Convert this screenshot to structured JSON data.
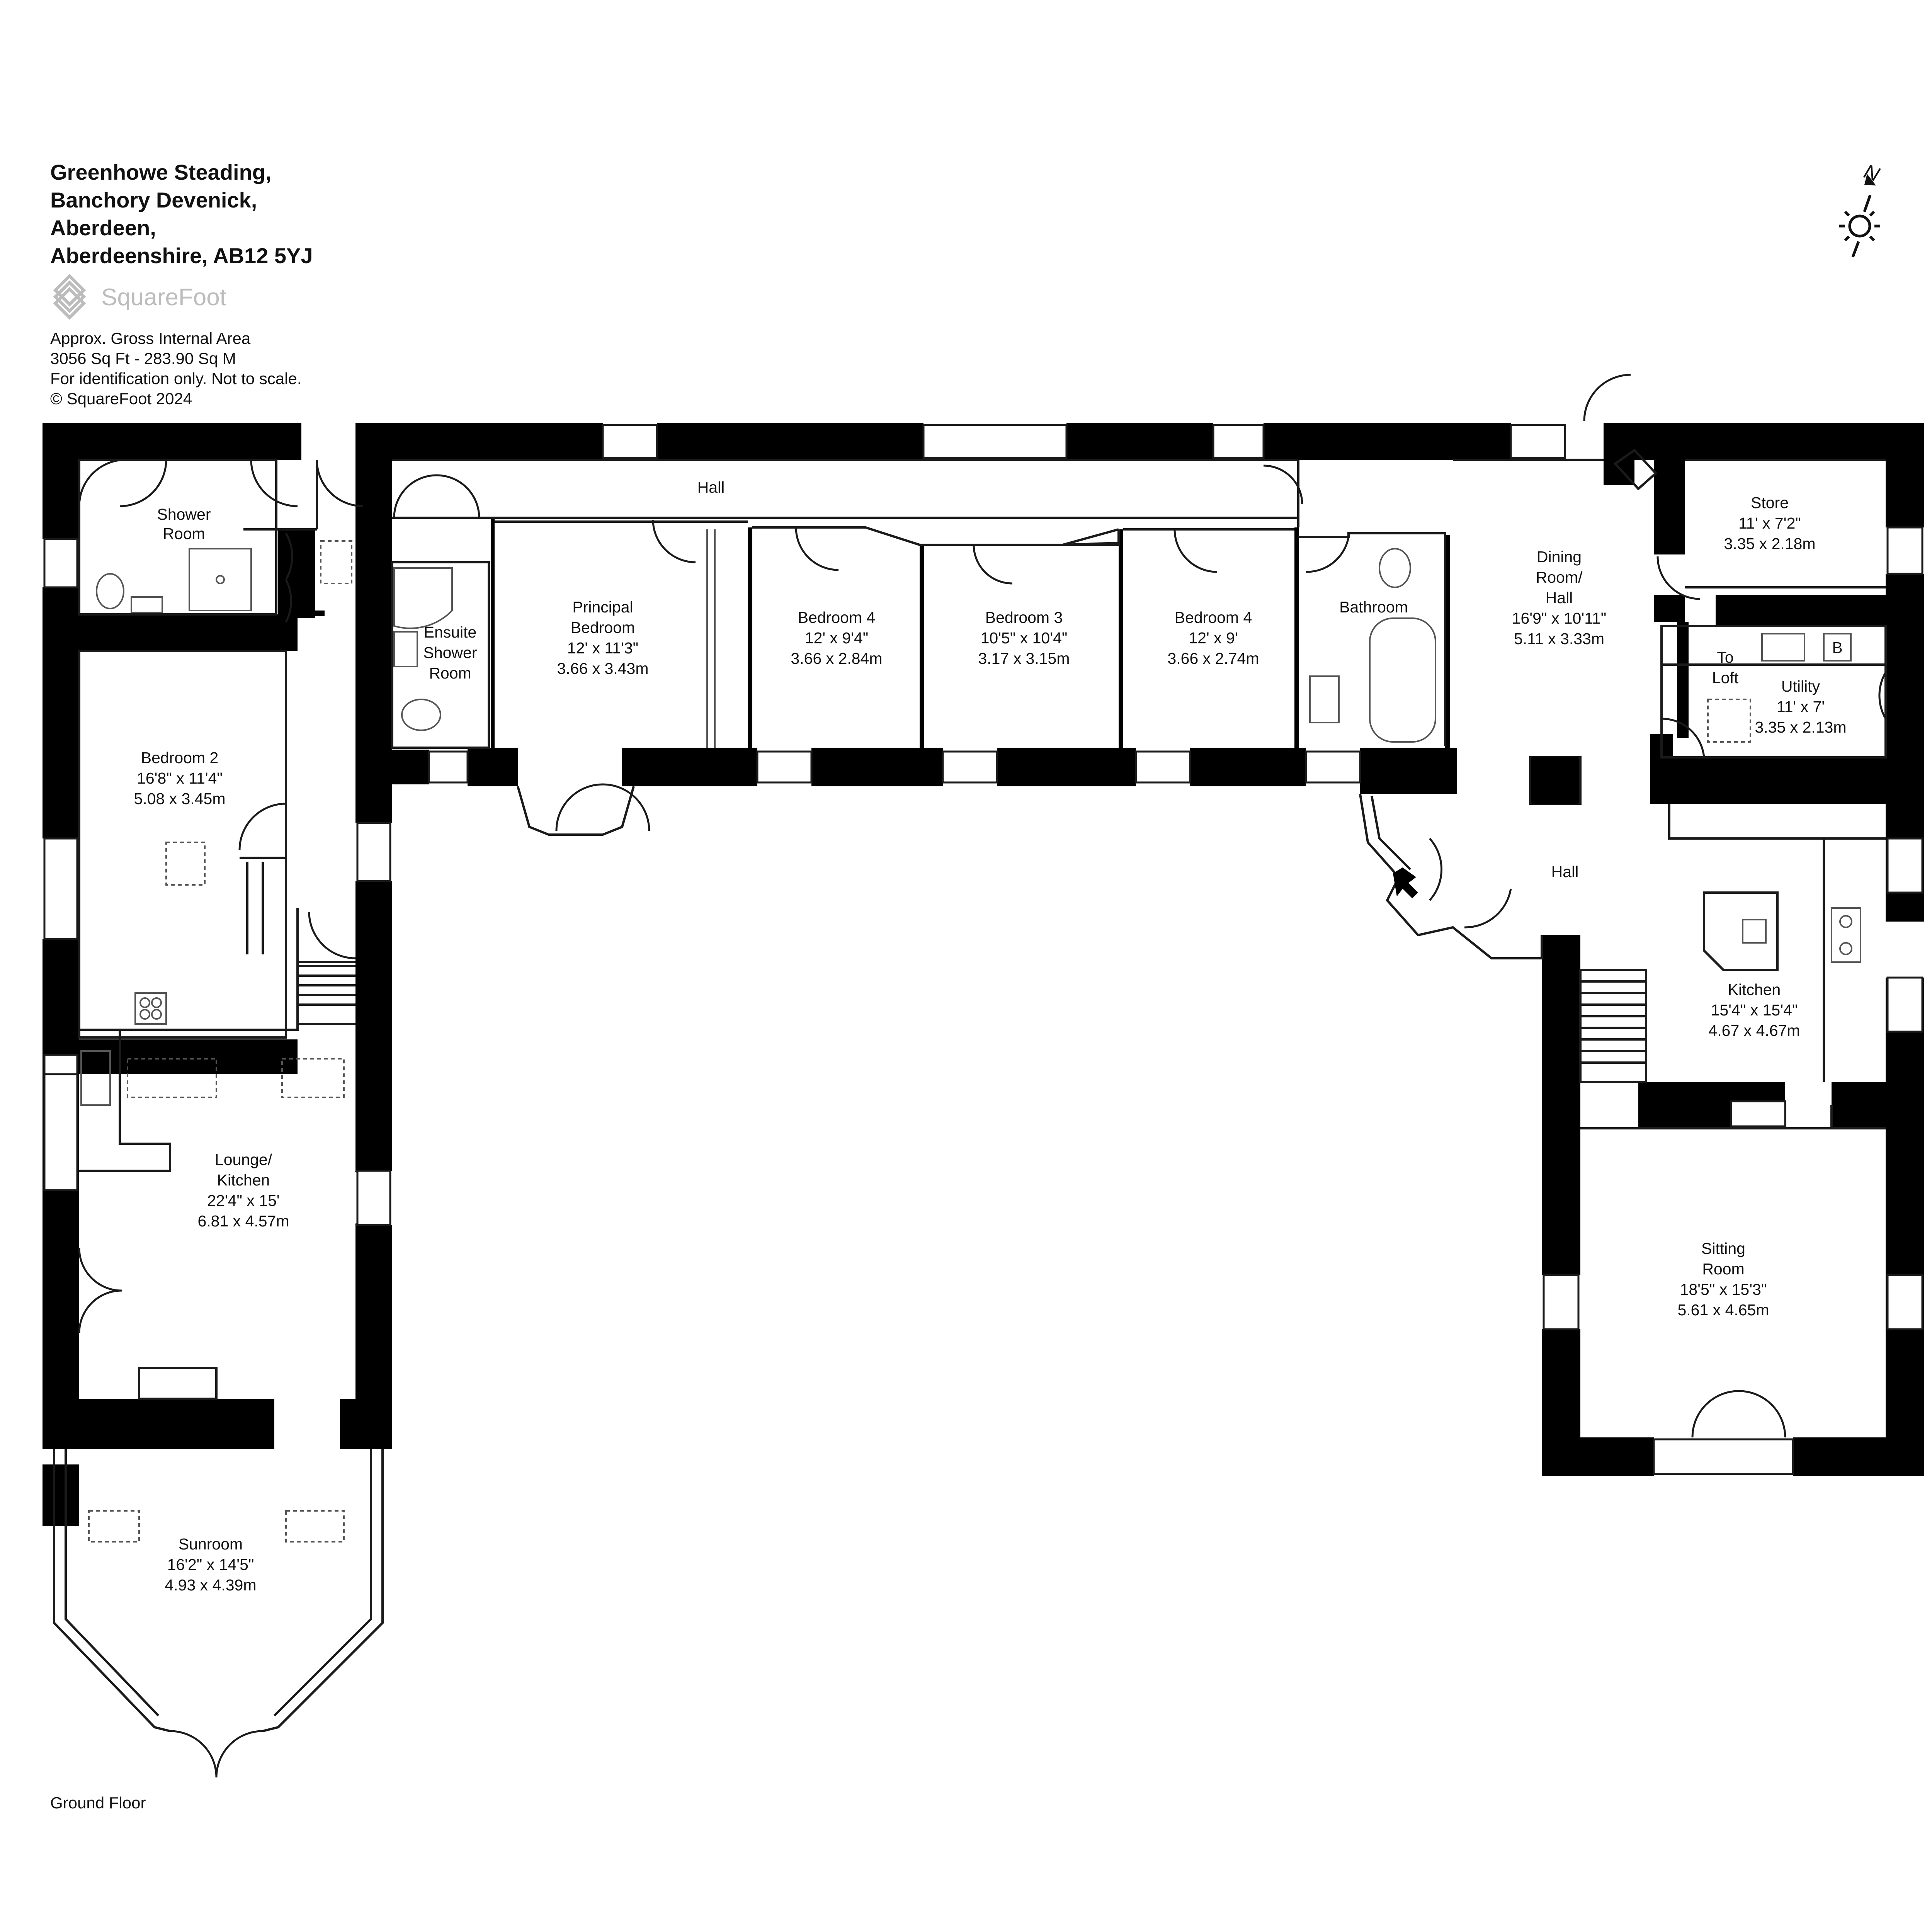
{
  "address": {
    "line1": "Greenhowe Steading,",
    "line2": "Banchory Devenick,",
    "line3": "Aberdeen,",
    "line4": "Aberdeenshire, AB12 5YJ"
  },
  "brand": {
    "name": "SquareFoot",
    "logo_icon": "squarefoot-logo-icon",
    "logo_color": "#bcbcbc"
  },
  "area": {
    "line1": "Approx. Gross Internal Area",
    "line2": "3056 Sq Ft  -  283.90 Sq M",
    "line3": "For identification only. Not to scale.",
    "line4": "© SquareFoot 2024"
  },
  "compass": {
    "letter": "N",
    "icon": "compass-icon"
  },
  "floor_label": "Ground Floor",
  "colors": {
    "wall": "#000000",
    "line": "#1a1a1a",
    "fixture": "#555555"
  },
  "rooms": {
    "hall_north": {
      "name": "Hall"
    },
    "hall_east": {
      "name": "Hall"
    },
    "shower_room": {
      "name1": "Shower",
      "name2": "Room"
    },
    "ensuite": {
      "name1": "Ensuite",
      "name2": "Shower",
      "name3": "Room"
    },
    "principal": {
      "name1": "Principal",
      "name2": "Bedroom",
      "imperial": "12' x 11'3\"",
      "metric": "3.66 x 3.43m"
    },
    "bedroom4a": {
      "name": "Bedroom 4",
      "imperial": "12' x 9'4\"",
      "metric": "3.66 x 2.84m"
    },
    "bedroom3": {
      "name": "Bedroom 3",
      "imperial": "10'5\" x 10'4\"",
      "metric": "3.17 x 3.15m"
    },
    "bedroom4b": {
      "name": "Bedroom 4",
      "imperial": "12' x 9'",
      "metric": "3.66 x 2.74m"
    },
    "bathroom": {
      "name": "Bathroom"
    },
    "dining": {
      "name1": "Dining",
      "name2": "Room/",
      "name3": "Hall",
      "imperial": "16'9\" x 10'11\"",
      "metric": "5.11 x 3.33m"
    },
    "store": {
      "name": "Store",
      "imperial": "11' x 7'2\"",
      "metric": "3.35 x 2.18m"
    },
    "utility": {
      "name": "Utility",
      "imperial": "11' x 7'",
      "metric": "3.35 x 2.13m"
    },
    "to_loft": {
      "line1": "To",
      "line2": "Loft"
    },
    "boiler": {
      "label": "B"
    },
    "bedroom2": {
      "name": "Bedroom 2",
      "imperial": "16'8\" x 11'4\"",
      "metric": "5.08 x 3.45m"
    },
    "lounge": {
      "name1": "Lounge/",
      "name2": "Kitchen",
      "imperial": "22'4\" x 15'",
      "metric": "6.81 x 4.57m"
    },
    "kitchen": {
      "name": "Kitchen",
      "imperial": "15'4\" x 15'4\"",
      "metric": "4.67 x 4.67m"
    },
    "sitting": {
      "name1": "Sitting",
      "name2": "Room",
      "imperial": "18'5\" x 15'3\"",
      "metric": "5.61 x 4.65m"
    },
    "sunroom": {
      "name": "Sunroom",
      "imperial": "16'2\" x 14'5\"",
      "metric": "4.93 x 4.39m"
    }
  }
}
